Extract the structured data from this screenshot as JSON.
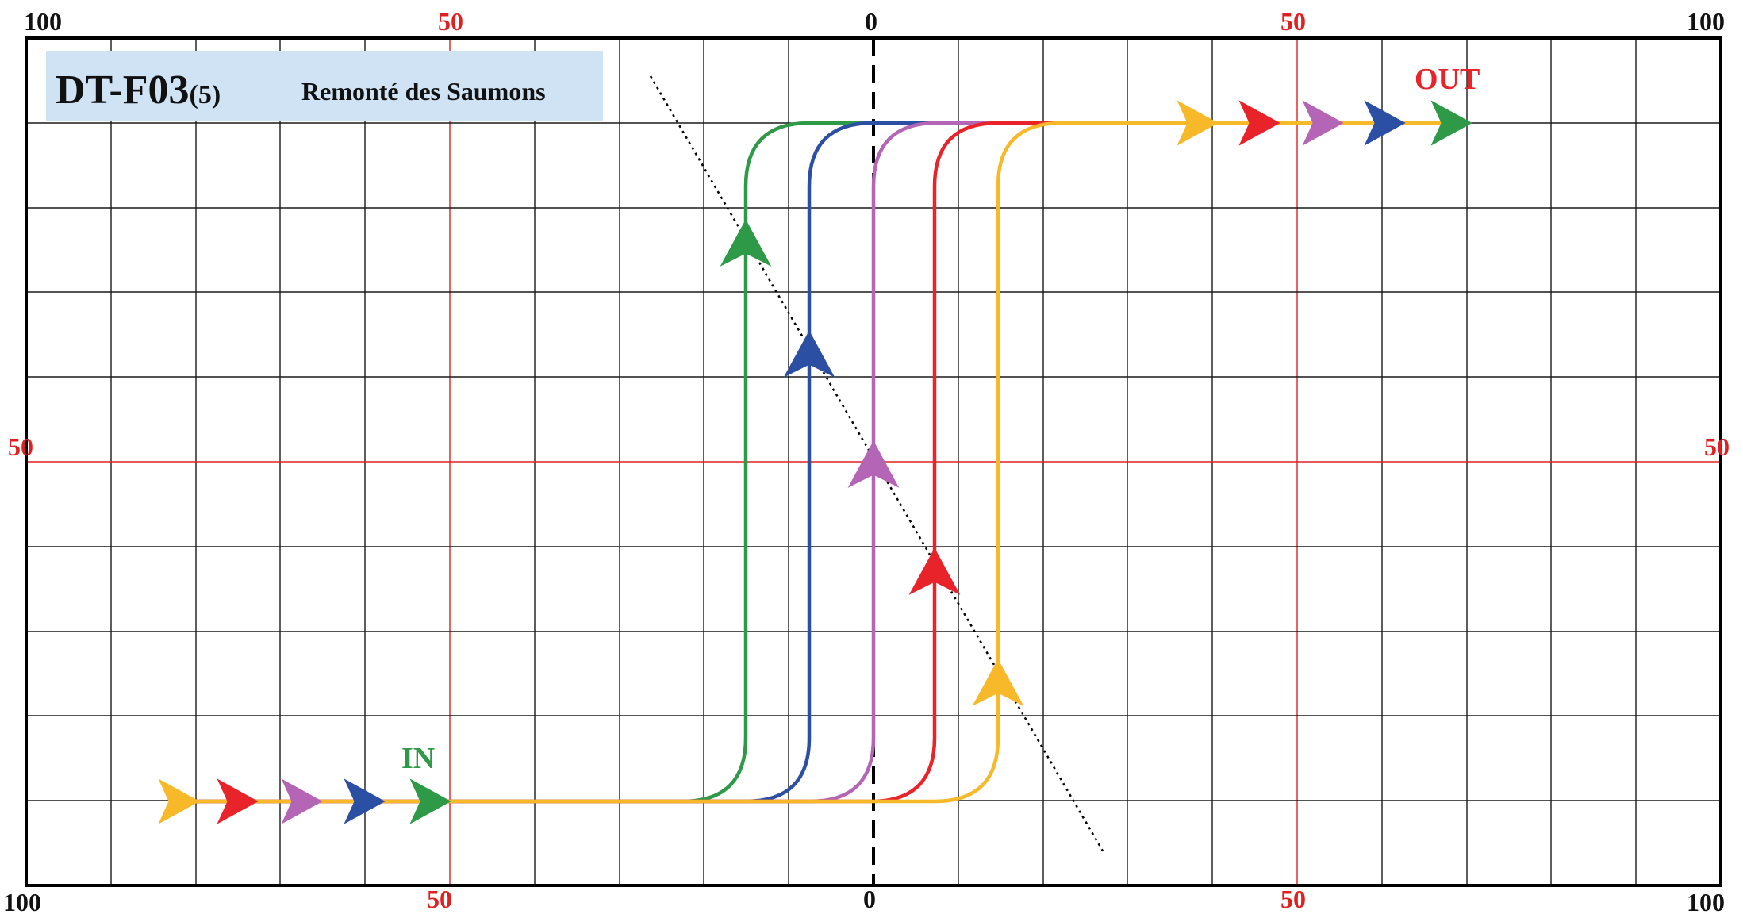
{
  "axes": {
    "top": [
      "100",
      "50",
      "0",
      "50",
      "100"
    ],
    "bottom": [
      "100",
      "50",
      "0",
      "50",
      "100"
    ],
    "left_mid": "50",
    "right_mid": "50"
  },
  "title_box": {
    "code": "DT-F03",
    "suffix": "(5)",
    "subtitle": "Remonté des Saumons"
  },
  "labels": {
    "in": "IN",
    "out": "OUT"
  },
  "colors": {
    "green": "#2e9a47",
    "blue": "#2a4fa3",
    "magenta": "#b565b5",
    "red": "#e8232a",
    "yellow": "#f7b92a",
    "grid": "#1a1a1a",
    "center_red": "#e02020",
    "in_label": "#2e9a47",
    "out_label": "#e8232a",
    "title_bg": "#cfe3f5"
  },
  "paths": [
    {
      "color": "green",
      "track": -15
    },
    {
      "color": "blue",
      "track": -7.5
    },
    {
      "color": "magenta",
      "track": 0
    },
    {
      "color": "red",
      "track": 7.5
    },
    {
      "color": "yellow",
      "track": 15
    }
  ],
  "icons": [
    "arrowhead-icon"
  ]
}
